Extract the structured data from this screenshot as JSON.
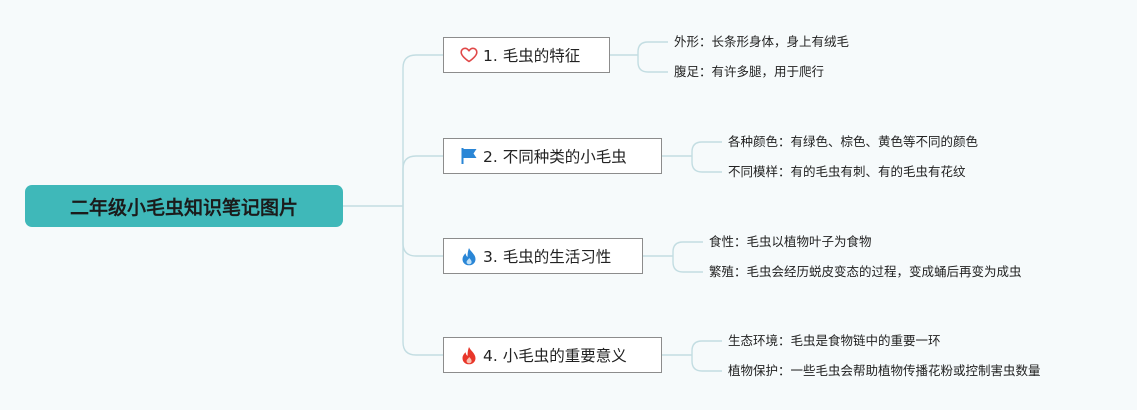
{
  "root": {
    "label": "二年级小毛虫知识笔记图片"
  },
  "branches": [
    {
      "label": "1. 毛虫的特征",
      "icon": "heart-icon",
      "children": [
        "外形：长条形身体，身上有绒毛",
        "腹足：有许多腿，用于爬行"
      ]
    },
    {
      "label": "2. 不同种类的小毛虫",
      "icon": "flag-icon",
      "children": [
        "各种颜色：有绿色、棕色、黄色等不同的颜色",
        "不同模样：有的毛虫有刺、有的毛虫有花纹"
      ]
    },
    {
      "label": "3. 毛虫的生活习性",
      "icon": "water-drop-flame-icon",
      "children": [
        "食性：毛虫以植物叶子为食物",
        "繁殖：毛虫会经历蜕皮变态的过程，变成蛹后再变为成虫"
      ]
    },
    {
      "label": "4. 小毛虫的重要意义",
      "icon": "fire-icon",
      "children": [
        "生态环境：毛虫是食物链中的重要一环",
        "植物保护：一些毛虫会帮助植物传播花粉或控制害虫数量"
      ]
    }
  ],
  "colors": {
    "background": "#f6fafb",
    "root_fill": "#3fb8b9",
    "connector": "#c3dde2",
    "branch_border": "#8c8c8c",
    "heart": "#e04848",
    "flag": "#2a86d6",
    "drop": "#2a86d6",
    "fire": "#e8362a"
  }
}
